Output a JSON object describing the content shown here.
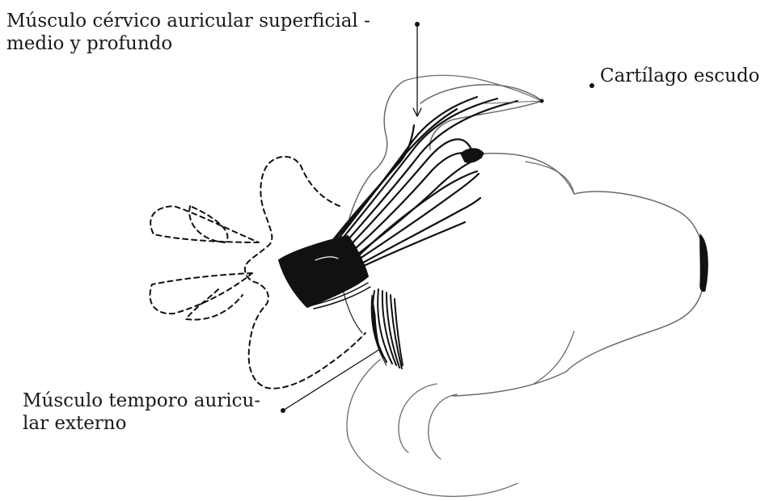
{
  "labels": {
    "cervico_auricular": {
      "line1": "Músculo cérvico auricular superficial -",
      "line2": "medio y profundo"
    },
    "cartilago_escudo": "Cartílago escudo",
    "temporo_auricular": {
      "line1": "Músculo temporo auricu-",
      "line2": "lar externo"
    }
  },
  "colors": {
    "ink": "#111111",
    "pale_ink": "#6a6a6a",
    "background": "#ffffff"
  }
}
